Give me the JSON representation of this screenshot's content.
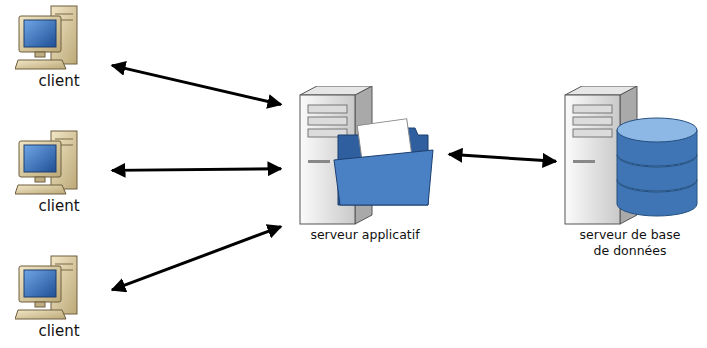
{
  "diagram": {
    "nodes": [
      {
        "text": [
          "client"
        ]
      },
      {
        "text": [
          "client"
        ]
      },
      {
        "text": [
          "client"
        ]
      },
      {
        "text": [
          "serveur applicatif"
        ]
      },
      {
        "text": [
          "serveur de base de données"
        ]
      }
    ],
    "edges": [
      {
        "from": 0,
        "to": 3,
        "arrow": "both"
      },
      {
        "from": 1,
        "to": 3,
        "arrow": "both"
      },
      {
        "from": 2,
        "to": 3,
        "arrow": "both"
      },
      {
        "from": 3,
        "to": 4,
        "arrow": "both"
      }
    ]
  }
}
